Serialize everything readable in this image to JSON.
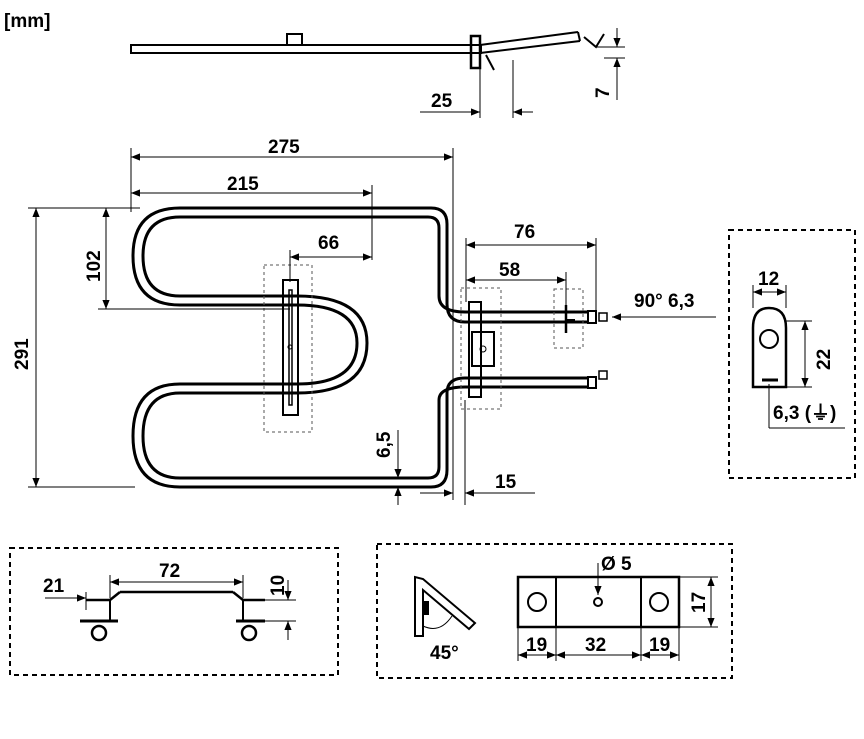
{
  "unit_label": "[mm]",
  "side_view": {
    "dim_25": "25",
    "dim_7": "7"
  },
  "top_view": {
    "dim_275": "275",
    "dim_215": "215",
    "dim_102": "102",
    "dim_66": "66",
    "dim_291": "291",
    "dim_76": "76",
    "dim_58": "58",
    "dim_terminal": "90° 6,3",
    "dim_6_5": "6,5",
    "dim_15": "15"
  },
  "terminal_detail": {
    "dim_12": "12",
    "dim_22": "22",
    "dim_ground": "6,3 (⏚)"
  },
  "bracket_detail": {
    "dim_21": "21",
    "dim_72": "72",
    "dim_10": "10"
  },
  "flange_detail": {
    "angle": "45°",
    "hole": "Ø 5",
    "dim_17": "17",
    "dim_19_left": "19",
    "dim_32": "32",
    "dim_19_right": "19"
  }
}
